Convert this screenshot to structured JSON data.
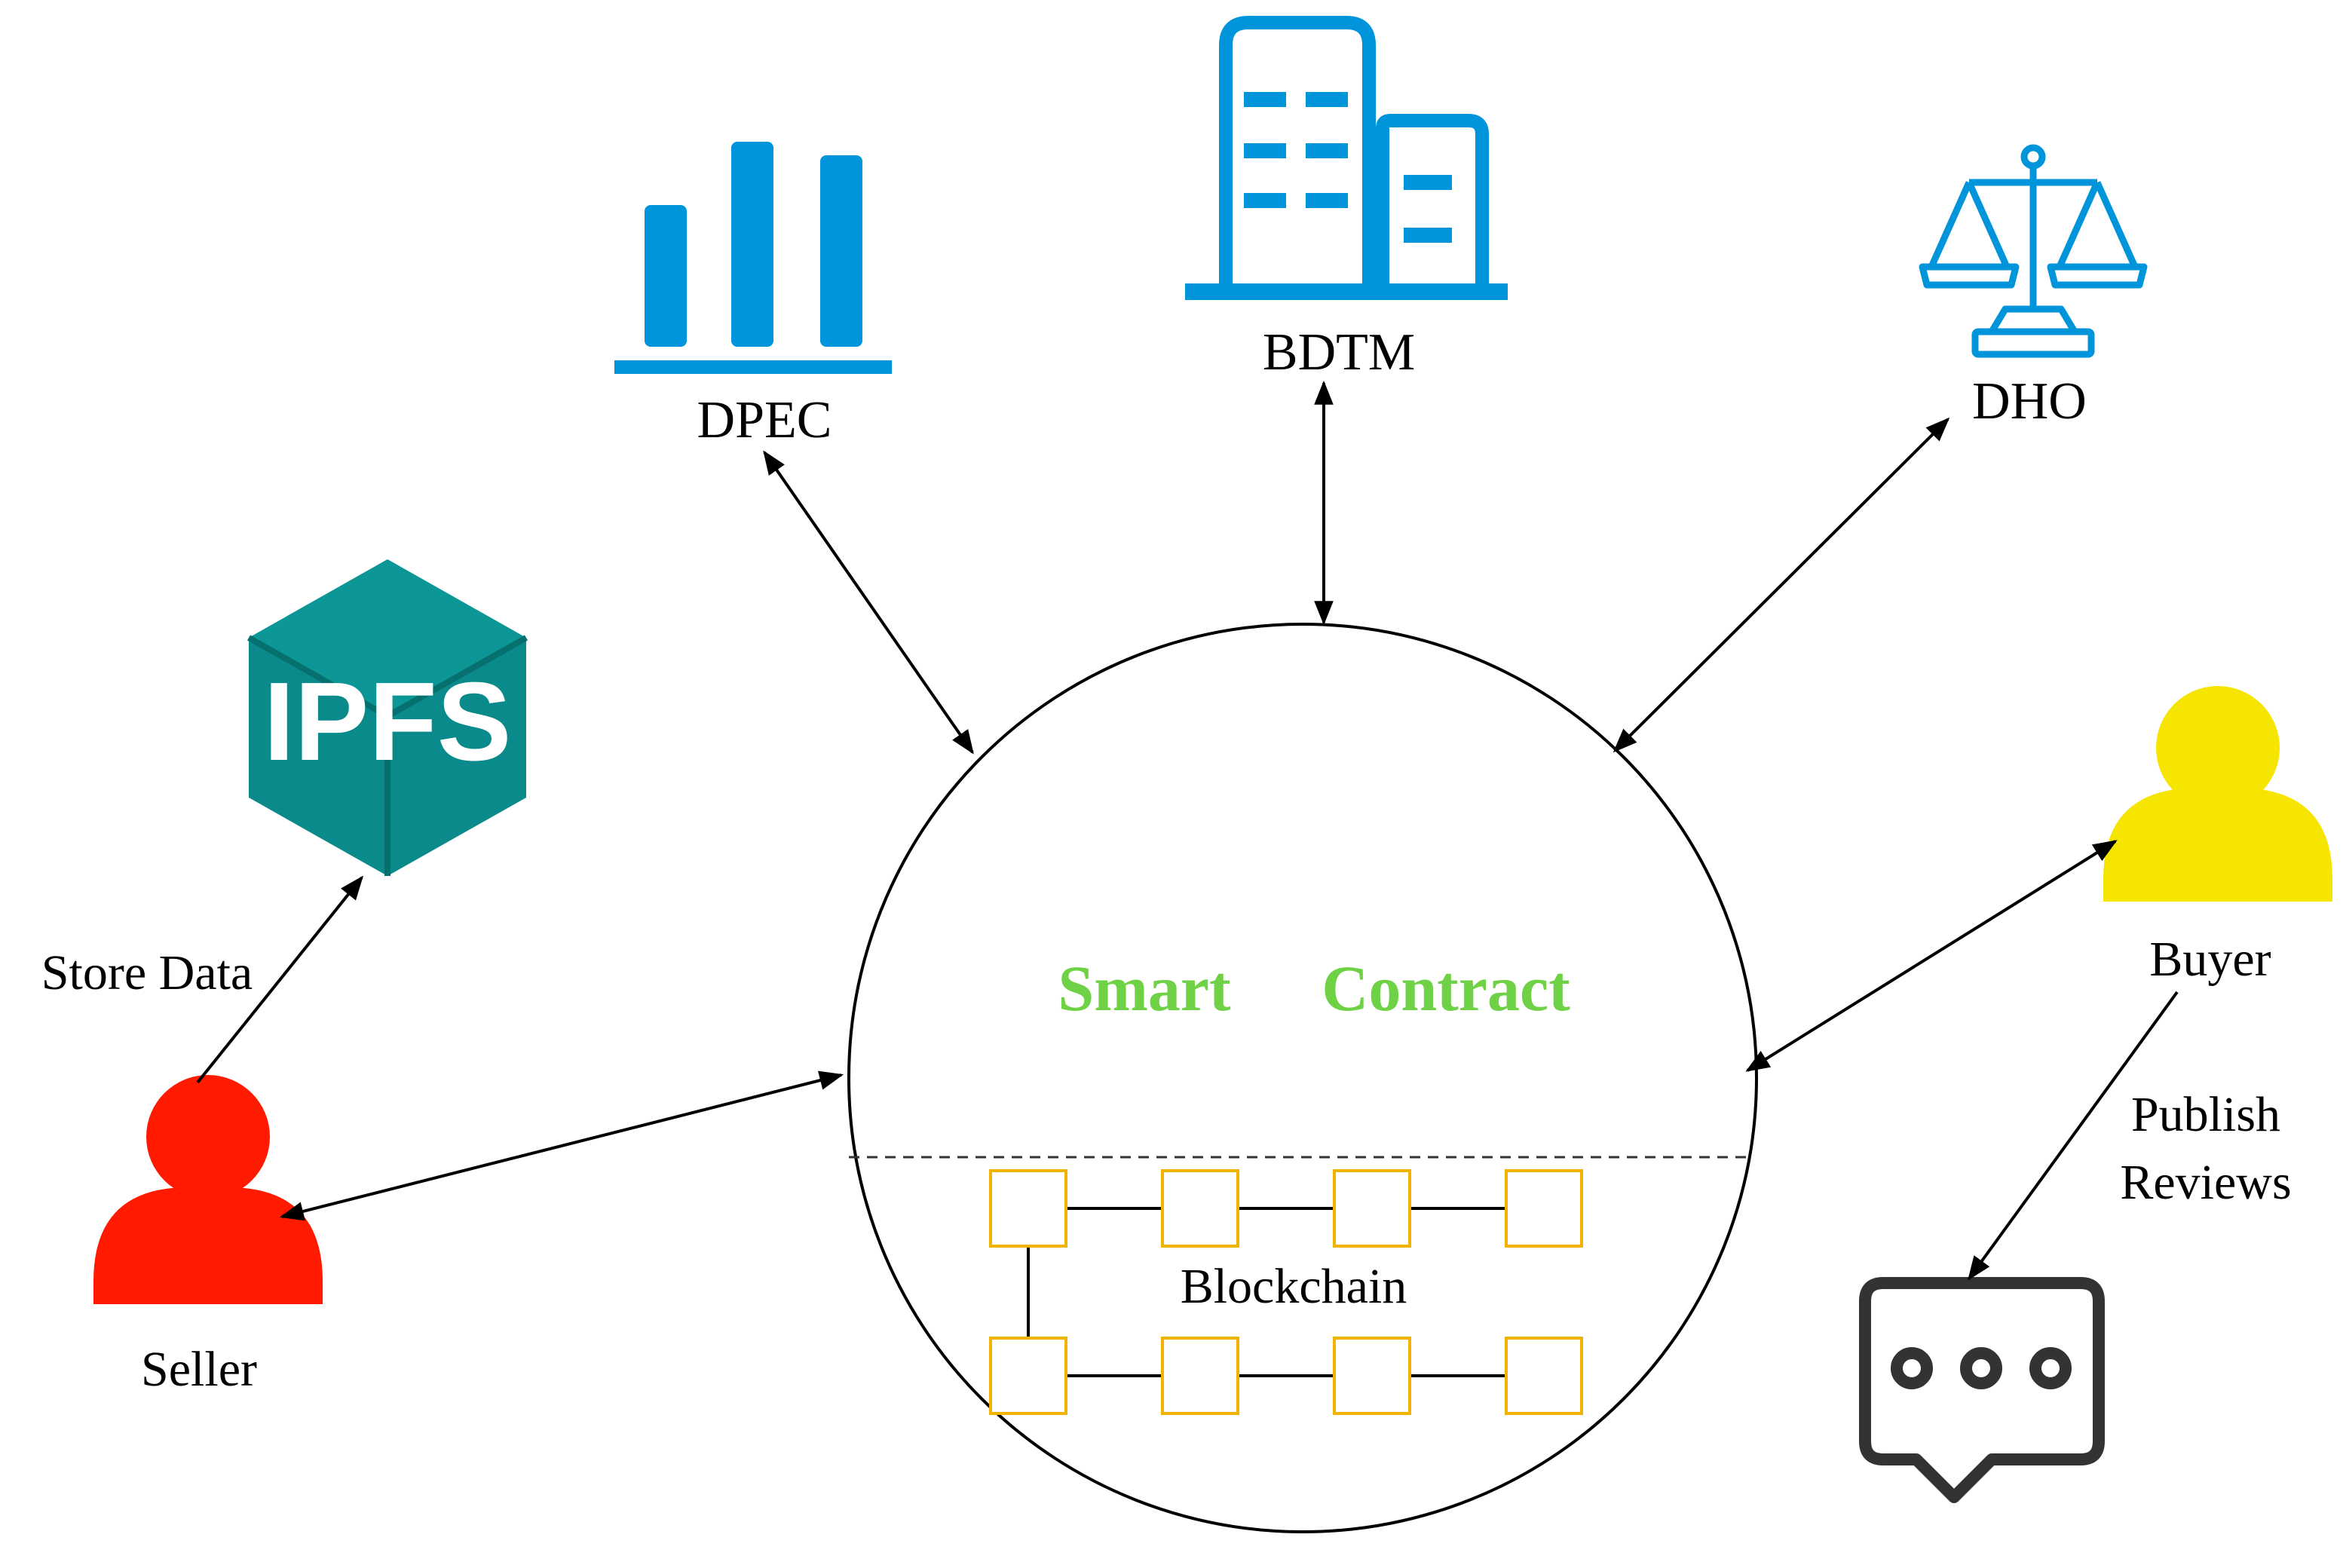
{
  "labels": {
    "dpec": "DPEC",
    "bdtm": "BDTM",
    "dho": "DHO",
    "ipfs": "IPFS",
    "store_data": "Store Data",
    "seller": "Seller",
    "buyer": "Buyer",
    "publish_reviews_line1": "Publish",
    "publish_reviews_line2": "Reviews",
    "smart": "Smart",
    "contract": "Contract",
    "blockchain": "Blockchain"
  },
  "colors": {
    "icon_blue": "#0095db",
    "ipfs_teal": "#0a8a8a",
    "ipfs_teal_dark": "#06706f",
    "seller_red": "#ff1a00",
    "buyer_yellow": "#f5e500",
    "smart_contract_green": "#6fd145",
    "block_gold": "#f2b300",
    "line_black": "#000000",
    "chat_gray": "#333333"
  },
  "icons": {
    "dpec": "bar-chart-icon",
    "bdtm": "buildings-icon",
    "dho": "scales-of-justice-icon",
    "ipfs": "ipfs-hexagon-logo",
    "seller": "person-icon",
    "buyer": "person-icon",
    "reviews": "chat-bubble-icon"
  }
}
